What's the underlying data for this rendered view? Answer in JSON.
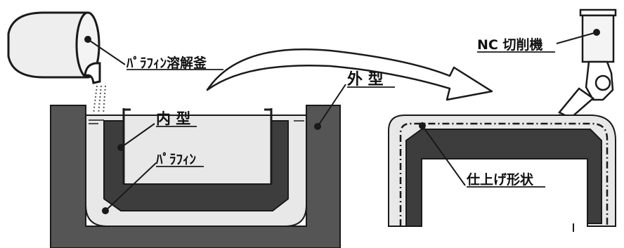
{
  "colors": {
    "outline": "#1a1a1a",
    "outer_mold": "#555555",
    "inner_mold": "#3d3d3d",
    "paraffin": "#e8e8e8",
    "background": "#ffffff"
  },
  "labels": {
    "melting_pot": "ﾊﾟﾗﾌｨﾝ溶解釜",
    "outer_mold": "外 型",
    "inner_mold": "内 型",
    "paraffin": "ﾊﾟﾗﾌｨﾝ",
    "nc_machine": "NC 切削機",
    "finished_shape": "仕上げ形状"
  }
}
